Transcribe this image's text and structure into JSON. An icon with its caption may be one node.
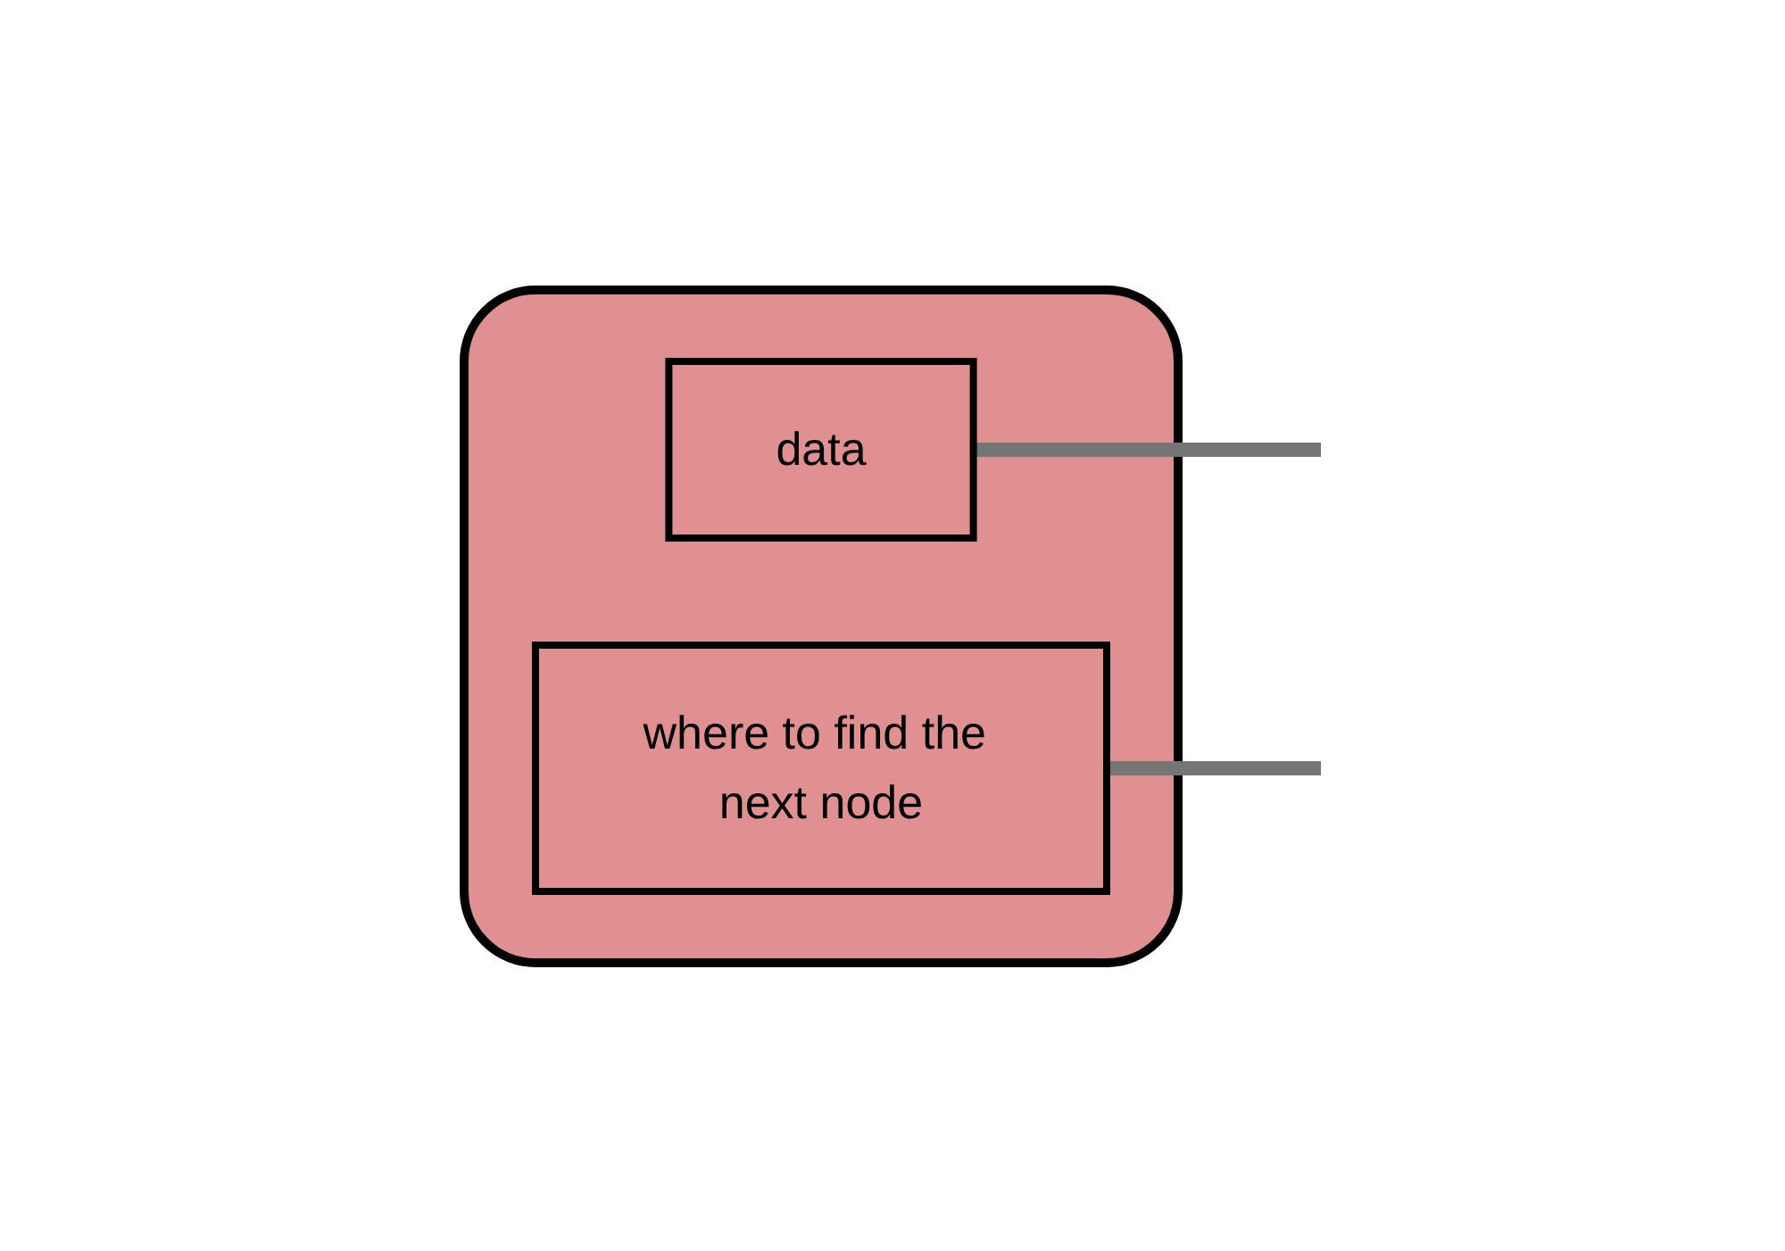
{
  "diagram": {
    "nodes": [
      {
        "text": [],
        "shape": "box"
      },
      {
        "text": [
          "data"
        ],
        "in": 0
      },
      {
        "text": [
          "where to find the next node"
        ],
        "in": 0
      }
    ],
    "edges": [
      {
        "from": 1,
        "to": null,
        "arrow": "none"
      },
      {
        "from": 2,
        "to": null,
        "arrow": "none"
      }
    ]
  }
}
